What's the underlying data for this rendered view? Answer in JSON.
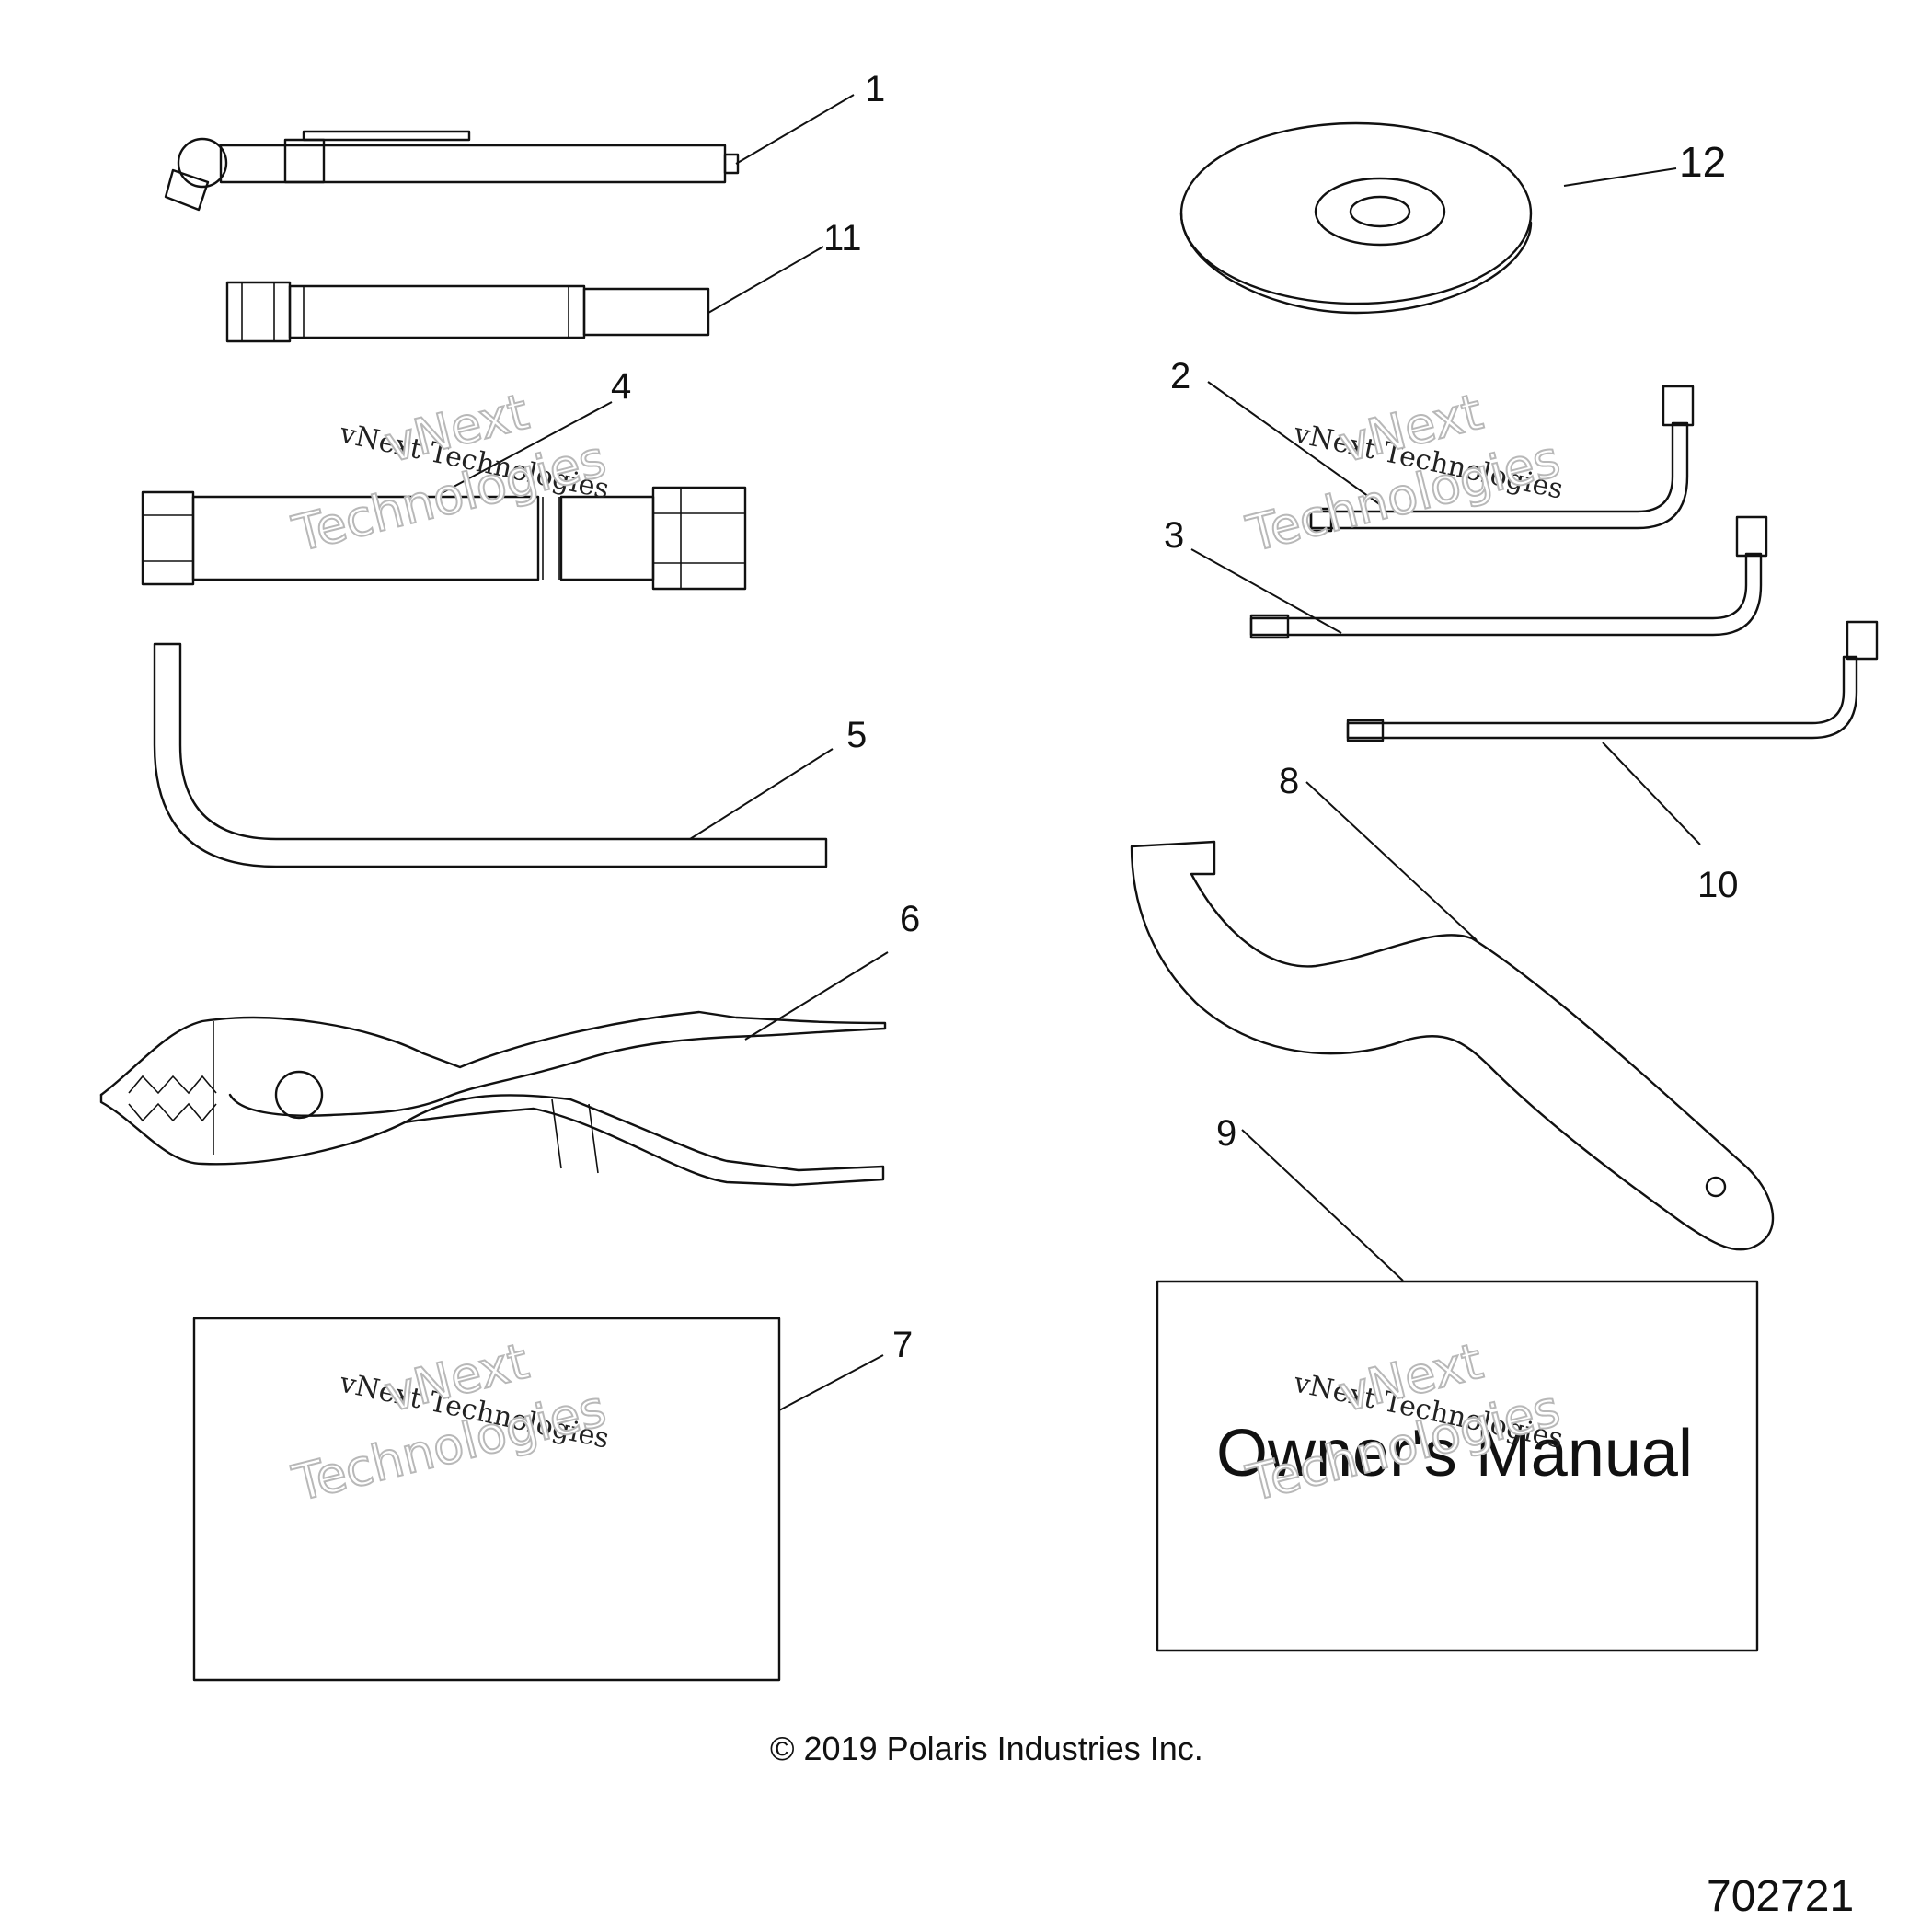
{
  "callouts": {
    "c1": "1",
    "c2": "2",
    "c3": "3",
    "c4": "4",
    "c5": "5",
    "c6": "6",
    "c7": "7",
    "c8": "8",
    "c9": "9",
    "c10": "10",
    "c11": "11",
    "c12": "12"
  },
  "manual": {
    "title": "Owner's Manual"
  },
  "watermark": {
    "line_small": "vNext Technologies",
    "line_big_1": "vNext",
    "line_big_2": "Technologies"
  },
  "footer": {
    "copyright": "© 2019 Polaris Industries Inc.",
    "doc_number": "702721"
  }
}
